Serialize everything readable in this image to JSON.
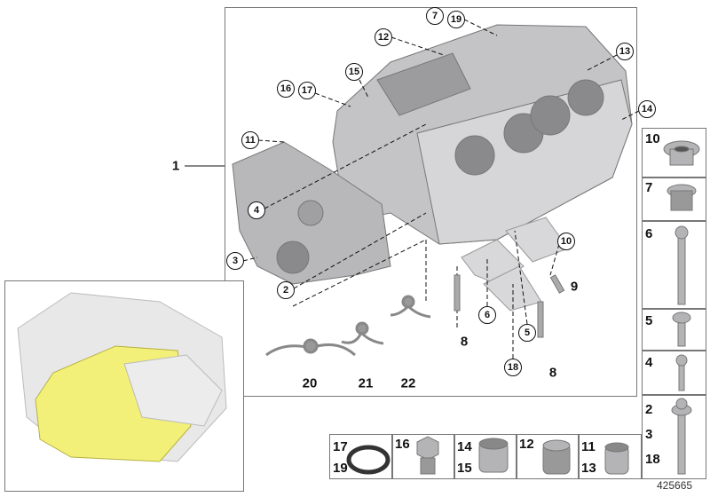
{
  "diagram_id": "425665",
  "main_label": "1",
  "callouts_circled": [
    "7",
    "19",
    "12",
    "13",
    "15",
    "16",
    "17",
    "11",
    "14",
    "4",
    "3",
    "2",
    "10",
    "6",
    "5",
    "18"
  ],
  "labels_plain": [
    "9",
    "8",
    "8",
    "20",
    "21",
    "22"
  ],
  "parts_column": [
    {
      "labels": "10"
    },
    {
      "labels": "7"
    },
    {
      "labels": "6"
    },
    {
      "labels": "5"
    },
    {
      "labels": "4"
    },
    {
      "labels": "2\n3\n18"
    }
  ],
  "parts_row": [
    {
      "labels": "17\n19"
    },
    {
      "labels": "16"
    },
    {
      "labels": "14\n15"
    },
    {
      "labels": "12"
    },
    {
      "labels": "11\n13"
    }
  ],
  "colors": {
    "highlight": "#f3f07a",
    "part": "#b8b8b8",
    "line": "#111111"
  }
}
